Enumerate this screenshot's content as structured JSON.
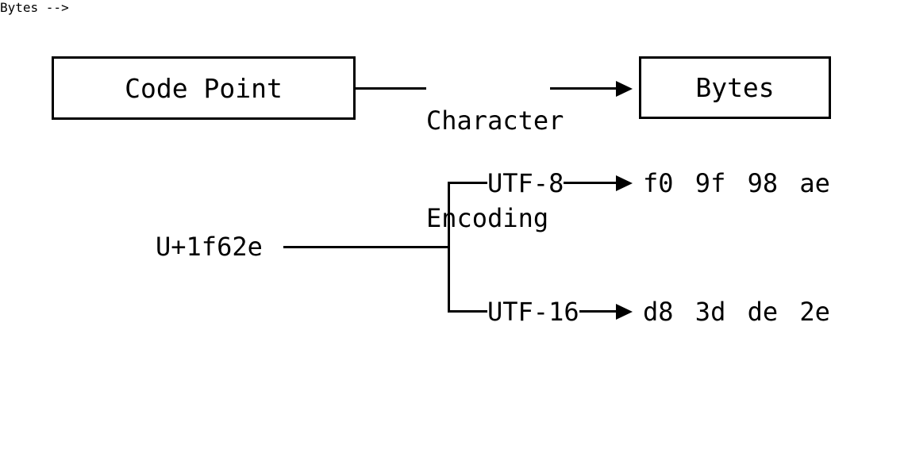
{
  "diagram": {
    "flow": {
      "source_box": "Code Point",
      "edge_label_line1": "Character",
      "edge_label_line2": "Encoding",
      "target_box": "Bytes"
    },
    "example": {
      "code_point": "U+1f62e",
      "branches": [
        {
          "encoding": "UTF-8",
          "bytes": "f0 9f 98 ae"
        },
        {
          "encoding": "UTF-16",
          "bytes": "d8 3d de 2e"
        }
      ]
    },
    "colors": {
      "line": "#000000",
      "text": "#000000",
      "background": "#ffffff"
    }
  }
}
